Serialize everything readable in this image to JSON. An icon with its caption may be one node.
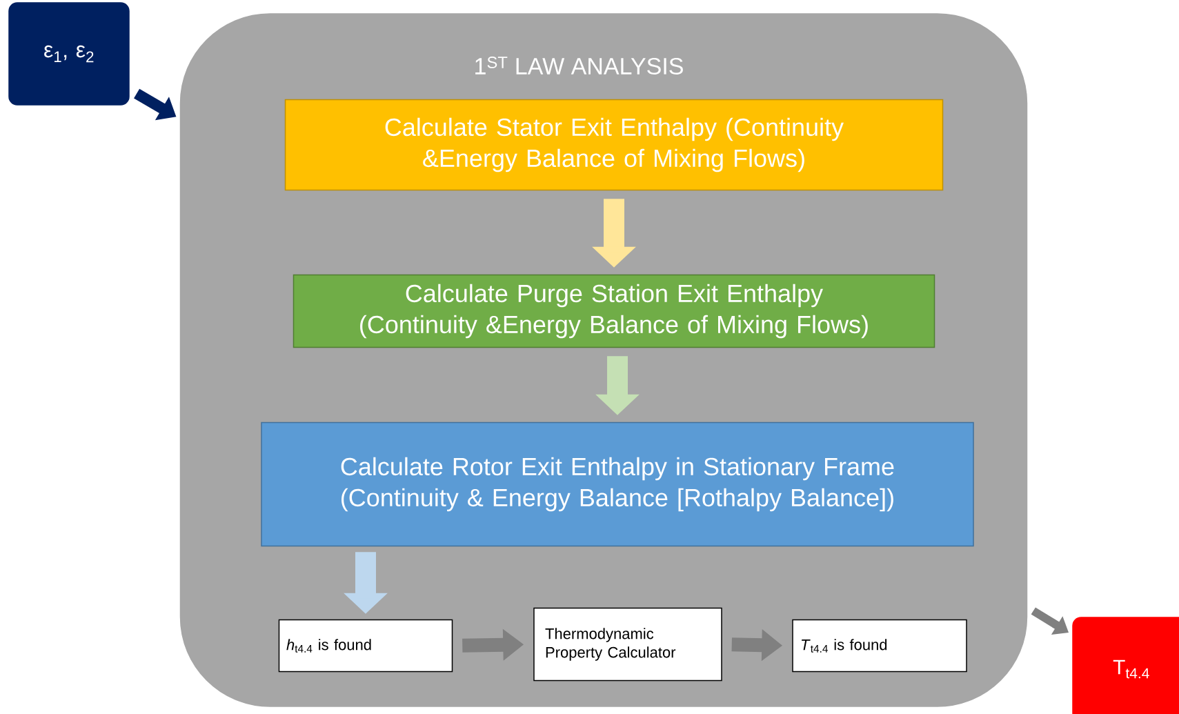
{
  "diagram": {
    "nodes": [
      {
        "text": [
          "ε$_{1}$, ε$_{2}$"
        ]
      },
      {
        "text": [
          "1$^{ST}$ LAW ANALYSIS"
        ]
      },
      {
        "text": [
          "Calculate Stator Exit Enthalpy (Continuity &Energy Balance of Mixing Flows)"
        ],
        "in": 1
      },
      {
        "text": [
          "Calculate Purge Station Exit Enthalpy (Continuity &Energy Balance of Mixing Flows)"
        ],
        "in": 1
      },
      {
        "text": [
          "Calculate Rotor Exit Enthalpy in Stationary Frame (Continuity & Energy Balance [Rothalpy Balance])"
        ],
        "in": 1
      },
      {
        "text": [
          "*h*$_{t4.4}$ is found"
        ],
        "in": 1
      },
      {
        "text": [
          "Thermodynamic Property Calculator"
        ],
        "in": 1
      },
      {
        "text": [
          "*T*$_{t4.4}$ is found"
        ],
        "in": 1
      },
      {
        "text": [
          "T$_{t4.4}$"
        ]
      }
    ],
    "edges": [
      {
        "from": 0,
        "to": 1,
        "arrow": "to",
        "color": "#002060"
      },
      {
        "from": 2,
        "to": 3,
        "arrow": "to",
        "color": "#ffe699"
      },
      {
        "from": 3,
        "to": 4,
        "arrow": "to",
        "color": "#c5e0b4"
      },
      {
        "from": 4,
        "to": 5,
        "arrow": "to",
        "color": "#bdd7ee"
      },
      {
        "from": 5,
        "to": 6,
        "arrow": "to"
      },
      {
        "from": 6,
        "to": 7,
        "arrow": "to"
      },
      {
        "from": 1,
        "to": 8,
        "arrow": "to"
      }
    ]
  }
}
